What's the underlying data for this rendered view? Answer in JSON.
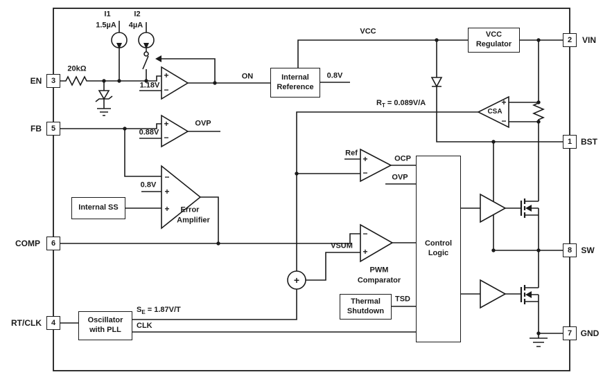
{
  "colors": {
    "ink": "#1a1a1a",
    "background": "#ffffff"
  },
  "pins": {
    "en": {
      "label": "EN",
      "num": "3"
    },
    "fb": {
      "label": "FB",
      "num": "5"
    },
    "comp": {
      "label": "COMP",
      "num": "6"
    },
    "rtclk": {
      "label": "RT/CLK",
      "num": "4"
    },
    "vin": {
      "label": "VIN",
      "num": "2"
    },
    "bst": {
      "label": "BST",
      "num": "1"
    },
    "sw": {
      "label": "SW",
      "num": "8"
    },
    "gnd": {
      "label": "GND",
      "num": "7"
    }
  },
  "blocks": {
    "internal_reference": {
      "line1": "Internal",
      "line2": "Reference"
    },
    "vcc_regulator": {
      "line1": "VCC",
      "line2": "Regulator"
    },
    "internal_ss": {
      "label": "Internal SS"
    },
    "oscillator": {
      "line1": "Oscillator",
      "line2": "with PLL"
    },
    "thermal_shutdown": {
      "line1": "Thermal",
      "line2": "Shutdown"
    },
    "control_logic": {
      "line1": "Control",
      "line2": "Logic"
    }
  },
  "amplifiers": {
    "error_amplifier": {
      "line1": "Error",
      "line2": "Amplifier"
    },
    "pwm_comparator": {
      "line1": "PWM",
      "line2": "Comparator"
    },
    "csa": {
      "label": "CSA"
    }
  },
  "labels": {
    "i1_name": "I1",
    "i1_value": "1.5µA",
    "i2_name": "I2",
    "i2_value": "4µA",
    "en_resistor": "20kΩ",
    "en_threshold": "1.18V",
    "on_signal": "ON",
    "ref_voltage": "0.8V",
    "vcc": "VCC",
    "rt_prefix": "R",
    "rt_sub": "T",
    "rt_value": " = 0.089V/A",
    "ovp_threshold": "0.88V",
    "ovp_signal": "OVP",
    "ea_ref": "0.8V",
    "ocp_ref": "Ref",
    "ocp_signal": "OCP",
    "ovp_signal_right": "OVP",
    "vsum_signal": "VSUM",
    "se_prefix": "S",
    "se_sub": "E",
    "se_value": " = 1.87V/T",
    "clk_signal": "CLK",
    "tsd_signal": "TSD",
    "plus": "+",
    "minus": "−"
  }
}
